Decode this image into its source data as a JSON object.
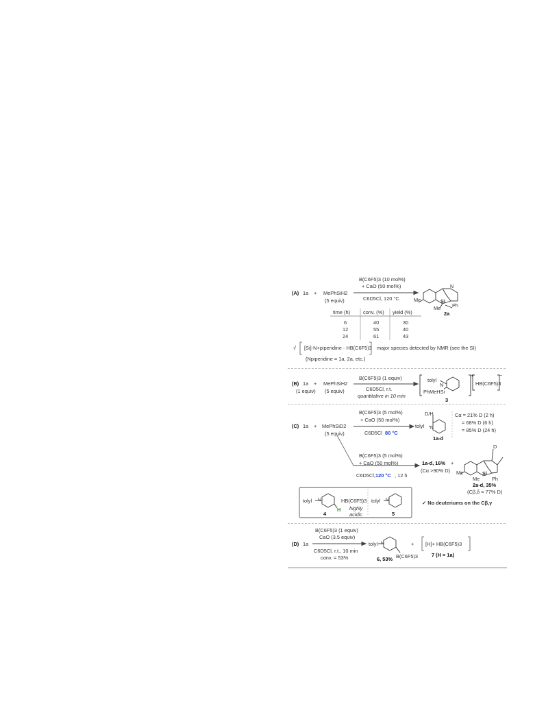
{
  "sectionA": {
    "label": "(A)",
    "reactant1": "1a",
    "plus": "+",
    "silane": "MePhSiH2",
    "silane_equiv": "(5 equiv)",
    "cond1": "B(C6F5)3 (10 mol%)",
    "cond2": "+ CaO (50 mol%)",
    "cond3": "C6D5Cl, 120 °C",
    "product_label": "2a",
    "prod_me": "Me",
    "prod_si": "Si",
    "prod_ph": "Ph",
    "prod_me2": "Me",
    "prod_n": "N",
    "table_headers": [
      "time (h)",
      "conv. (%)",
      "yield (%)"
    ],
    "table_rows": [
      [
        "6",
        "40",
        "30"
      ],
      [
        "12",
        "55",
        "40"
      ],
      [
        "24",
        "61",
        "43"
      ]
    ],
    "species_line": "[Si]-N+piperidine · HB(C6F5)3",
    "species_note": "major species detected by NMR (see the SI)",
    "species_sub": "(Npiperidine = 1a, 2a, etc.)"
  },
  "sectionB": {
    "label": "(B)",
    "reactant1": "1a",
    "plus": "+",
    "silane": "MePhSiH2",
    "r1_equiv": "(1 equiv)",
    "silane_equiv": "(5 equiv)",
    "cond1": "B(C6F5)3 (1 equiv)",
    "cond2": "C6D5Cl, r.t.",
    "cond3": "quantitative in 10 min",
    "tolyl": "tolyl",
    "n_label": "N",
    "si_group": "PhMeHSi",
    "anion": "HB(C6F5)3",
    "charge": "+",
    "neg": "−",
    "product_label": "3"
  },
  "sectionC": {
    "label": "(C)",
    "reactant1": "1a",
    "plus": "+",
    "silane": "MePhSiD2",
    "silane_equiv": "(5 equiv)",
    "cond1": "B(C6F5)3 (5 mol%)",
    "cond2": "+ CaO (50 mol%)",
    "cond3": "C6D5Cl",
    "temp1": "80 °C",
    "product1_label": "1a-d",
    "dh": "D/H",
    "tolyl": "tolyl",
    "n_label": "N",
    "deut1": "Cα = 21% D (2 h)",
    "deut2": "= 68% D (6 h)",
    "deut3": "= 85% D (24 h)",
    "cond4": "B(C6F5)3 (5 mol%)",
    "cond5": "+ CaO (50 mol%)",
    "cond6": "C6D5Cl,",
    "temp2": "120 °C",
    "cond6b": ", 12 h",
    "prod_1ad": "1a-d, 16%",
    "prod_plus": "+",
    "prod_1ad_d": "(Cα >90% D)",
    "prod_2ad": "2a-d, 35%",
    "prod_2ad_d": "(Cβ,δ = 77% D)",
    "prod_me": "Me",
    "prod_si": "Si",
    "prod_ph": "Ph",
    "prod_me2": "Me",
    "prod_d": "D",
    "box_tolyl": "tolyl",
    "box_n": "N",
    "box_anion": "HB(C6F5)3",
    "box_h": "H",
    "box_note1": "highly",
    "box_note2": "acidic",
    "box_label4": "4",
    "box_tolyl2": "tolyl",
    "box_n2": "N",
    "box_label5": "5",
    "no_deut": "✓ No deuteriums on the Cβ,γ"
  },
  "sectionD": {
    "label": "(D)",
    "reactant1": "1a",
    "cond1": "B(C6F5)3 (1 equiv)",
    "cond2": "CaO (3.5 equiv)",
    "cond3": "C6D5Cl, r.t., 10 min",
    "cond4": "conv. = 53%",
    "tolyl": "tolyl",
    "n_label": "N",
    "boryl": "B(C6F5)3",
    "plus": "+",
    "product6_label": "6, 53%",
    "product7": "[H]+ HB(C6F5)3",
    "product7_label": "7 (H = 1a)"
  }
}
